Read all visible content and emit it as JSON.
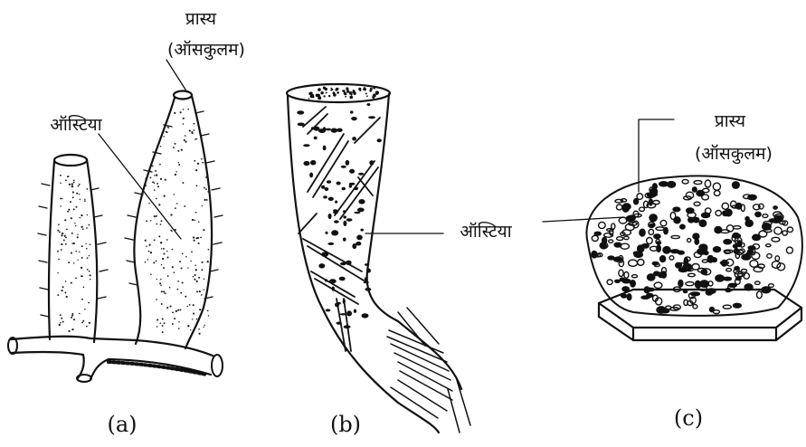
{
  "figure_a": {
    "osculum_label": "प्रास्य",
    "osculum_sublabel": "(ऑसकुलम)",
    "ostia_label": "ऑस्टिया",
    "caption": "(a)"
  },
  "figure_b": {
    "ostia_label": "ऑस्टिया",
    "caption": "(b)"
  },
  "figure_c": {
    "osculum_label": "प्रास्य",
    "osculum_sublabel": "(ऑसकुलम)",
    "caption": "(c)"
  },
  "colors": {
    "ink": "#111111",
    "background": "#ffffff"
  }
}
